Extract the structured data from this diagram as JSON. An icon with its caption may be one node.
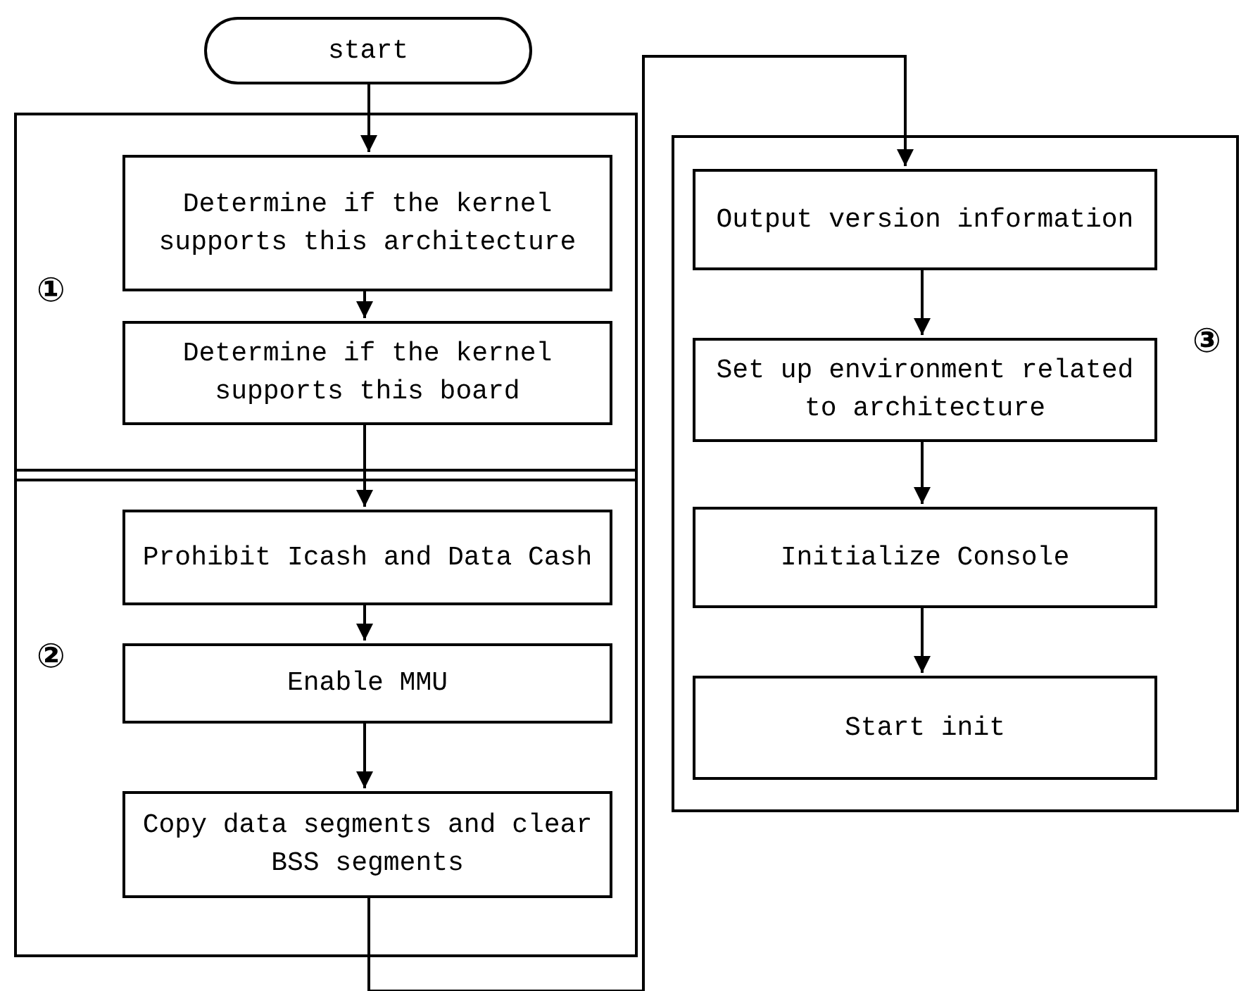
{
  "diagram": {
    "nodes": [
      {
        "text": [
          "start"
        ]
      },
      {
        "text": [
          "①"
        ]
      },
      {
        "text": [
          "Determine if the kernel supports this architecture"
        ],
        "in": 1
      },
      {
        "text": [
          "Determine if the kernel supports this board"
        ],
        "in": 1
      },
      {
        "text": [
          "②"
        ]
      },
      {
        "text": [
          "Prohibit Icash and Data Cash"
        ],
        "in": 4
      },
      {
        "text": [
          "Enable MMU"
        ],
        "in": 4
      },
      {
        "text": [
          "Copy data segments and clear BSS segments"
        ],
        "in": 4
      },
      {
        "text": [
          "③"
        ]
      },
      {
        "text": [
          "Output version information"
        ],
        "in": 8
      },
      {
        "text": [
          "Set up environment related to architecture"
        ],
        "in": 8
      },
      {
        "text": [
          "Initialize Console"
        ],
        "in": 8
      },
      {
        "text": [
          "Start init"
        ],
        "in": 8
      }
    ],
    "edges": [
      {
        "from": 0,
        "to": 2,
        "arrow": "to"
      },
      {
        "from": 2,
        "to": 3,
        "arrow": "to"
      },
      {
        "from": 3,
        "to": 5,
        "arrow": "to"
      },
      {
        "from": 5,
        "to": 6,
        "arrow": "to"
      },
      {
        "from": 6,
        "to": 7,
        "arrow": "to"
      },
      {
        "from": 7,
        "to": 9,
        "arrow": "to"
      },
      {
        "from": 9,
        "to": 10,
        "arrow": "to"
      },
      {
        "from": 10,
        "to": 11,
        "arrow": "to"
      },
      {
        "from": 11,
        "to": 12,
        "arrow": "to"
      }
    ]
  }
}
